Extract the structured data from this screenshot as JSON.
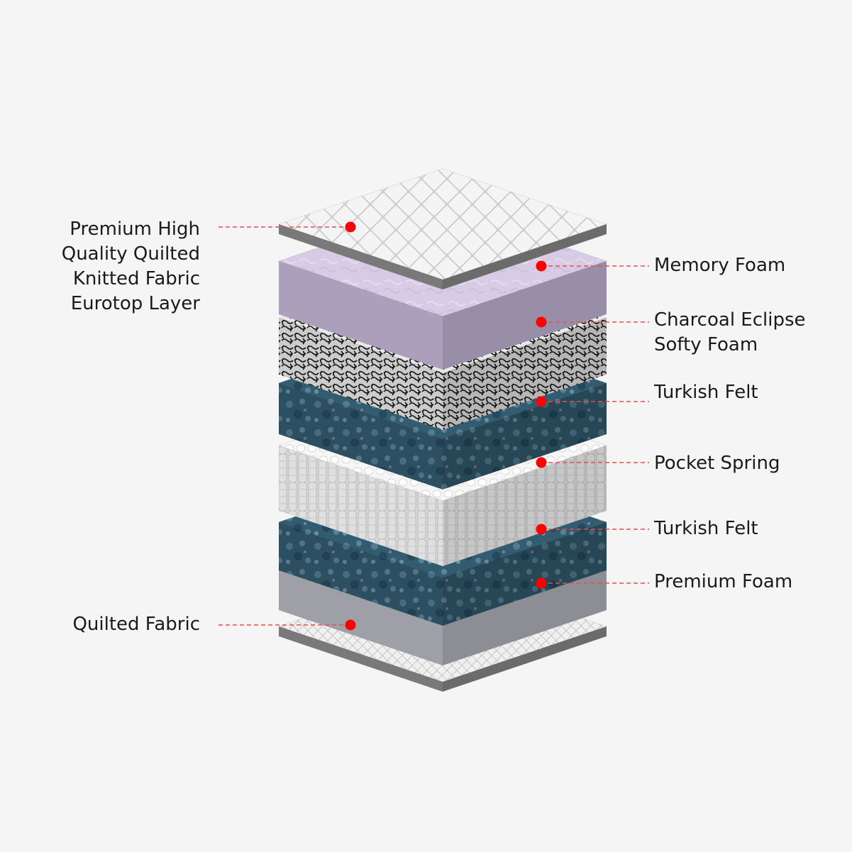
{
  "colors": {
    "background": "#f5f5f5",
    "marker": "#ff0000",
    "leader": "#e05050",
    "text": "#1a1a1a"
  },
  "layers": [
    {
      "key": "eurotop",
      "name": "Premium High\nQuality Quilted\nKnitted Fabric\nEurotop Layer",
      "side": "left",
      "texture": "quilted-diamond",
      "top": "#eeeeee",
      "side_color": "#8a8a8a"
    },
    {
      "key": "memory",
      "name": "Memory Foam",
      "side": "right",
      "texture": "foam-lavender",
      "top": "#d9cfe6",
      "side_color": "#c4b6d6"
    },
    {
      "key": "charcoal",
      "name": "Charcoal Eclipse\nSofty Foam",
      "side": "right",
      "texture": "maze-pattern",
      "top": "#cfcfcf",
      "side_color": "#9a9a9a"
    },
    {
      "key": "felt1",
      "name": "Turkish Felt",
      "side": "right",
      "texture": "felt-blue",
      "top": "#3f6b80",
      "side_color": "#254658"
    },
    {
      "key": "spring",
      "name": "Pocket Spring",
      "side": "right",
      "texture": "pocket-coils",
      "top": "#f2f2f2",
      "side_color": "#e3e3e3"
    },
    {
      "key": "felt2",
      "name": "Turkish Felt",
      "side": "right",
      "texture": "felt-blue",
      "top": "#3f6b80",
      "side_color": "#254658"
    },
    {
      "key": "premium",
      "name": "Premium Foam",
      "side": "right",
      "texture": "foam-grey",
      "top": "#d8d8e0",
      "side_color": "#b5b5bf"
    },
    {
      "key": "quilted",
      "name": "Quilted Fabric",
      "side": "left",
      "texture": "quilted-fine",
      "top": "#ececec",
      "side_color": "#8a8a8a"
    }
  ]
}
